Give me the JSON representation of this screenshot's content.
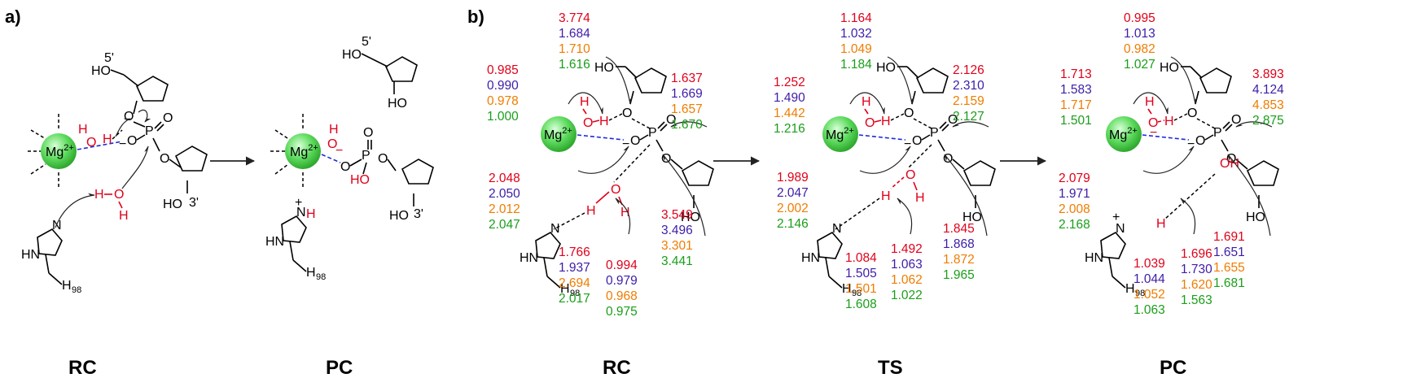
{
  "panels": {
    "a": {
      "label": "a)",
      "stages": [
        "RC",
        "PC"
      ]
    },
    "b": {
      "label": "b)",
      "stages": [
        "RC",
        "TS",
        "PC"
      ]
    }
  },
  "atoms": {
    "mg": "Mg",
    "mg_charge": "2+",
    "o": "O",
    "p": "P",
    "h": "H",
    "oh": "OH",
    "ho": "HO",
    "hn": "HN",
    "n": "N",
    "plus": "+",
    "minus": "−",
    "c5": "5'",
    "c3": "3'",
    "h98_main": "H",
    "h98_sub": "98"
  },
  "colors": {
    "series1": "#e0001a",
    "series2": "#3d1ca8",
    "series3": "#f07c00",
    "series4": "#1a9e1a",
    "bridge": "#1f2bd6"
  },
  "distances": {
    "rc": {
      "top": [
        "3.774",
        "1.684",
        "1.710",
        "1.616"
      ],
      "left": [
        "0.985",
        "0.990",
        "0.978",
        "1.000"
      ],
      "right": [
        "1.637",
        "1.669",
        "1.657",
        "1.670"
      ],
      "mg": [
        "2.048",
        "2.050",
        "2.012",
        "2.047"
      ],
      "pw": [
        "3.549",
        "3.496",
        "3.301",
        "3.441"
      ],
      "hn": [
        "1.766",
        "1.937",
        "2.694",
        "2.017"
      ],
      "wh": [
        "0.994",
        "0.979",
        "0.968",
        "0.975"
      ]
    },
    "ts": {
      "top": [
        "1.164",
        "1.032",
        "1.049",
        "1.184"
      ],
      "left": [
        "1.252",
        "1.490",
        "1.442",
        "1.216"
      ],
      "right": [
        "2.126",
        "2.310",
        "2.159",
        "2.127"
      ],
      "mg": [
        "1.989",
        "2.047",
        "2.002",
        "2.146"
      ],
      "pw": [
        "1.845",
        "1.868",
        "1.872",
        "1.965"
      ],
      "hn": [
        "1.084",
        "1.505",
        "1.501",
        "1.608"
      ],
      "wh": [
        "1.492",
        "1.063",
        "1.062",
        "1.022"
      ]
    },
    "pc": {
      "top": [
        "0.995",
        "1.013",
        "0.982",
        "1.027"
      ],
      "left": [
        "1.713",
        "1.583",
        "1.717",
        "1.501"
      ],
      "right": [
        "3.893",
        "4.124",
        "4.853",
        "2.875"
      ],
      "mg": [
        "2.079",
        "1.971",
        "2.008",
        "2.168"
      ],
      "pw": [
        "1.691",
        "1.651",
        "1.655",
        "1.681"
      ],
      "hn": [
        "1.039",
        "1.044",
        "1.052",
        "1.063"
      ],
      "wh": [
        "1.696",
        "1.730",
        "1.620",
        "1.563"
      ]
    }
  }
}
